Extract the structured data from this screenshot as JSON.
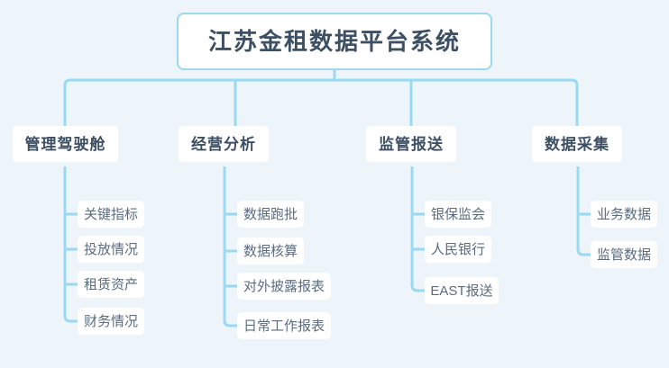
{
  "diagram": {
    "type": "org-tree",
    "background_color": "#eef5fa",
    "accent_color": "#9bd9f2",
    "node_fill": "#ffffff",
    "title_text_color": "#3d4f63",
    "leaf_text_color": "#5a6c80",
    "root": {
      "label": "江苏金租数据平台系统"
    },
    "branches": [
      {
        "label": "管理驾驶舱",
        "leaves": [
          {
            "label": "关键指标"
          },
          {
            "label": "投放情况"
          },
          {
            "label": "租赁资产"
          },
          {
            "label": "财务情况"
          }
        ]
      },
      {
        "label": "经营分析",
        "leaves": [
          {
            "label": "数据跑批"
          },
          {
            "label": "数据核算"
          },
          {
            "label": "对外披露报表"
          },
          {
            "label": "日常工作报表"
          }
        ]
      },
      {
        "label": "监管报送",
        "leaves": [
          {
            "label": "银保监会"
          },
          {
            "label": "人民银行"
          },
          {
            "label": "EAST报送"
          }
        ]
      },
      {
        "label": "数据采集",
        "leaves": [
          {
            "label": "业务数据"
          },
          {
            "label": "监管数据"
          }
        ]
      }
    ]
  }
}
